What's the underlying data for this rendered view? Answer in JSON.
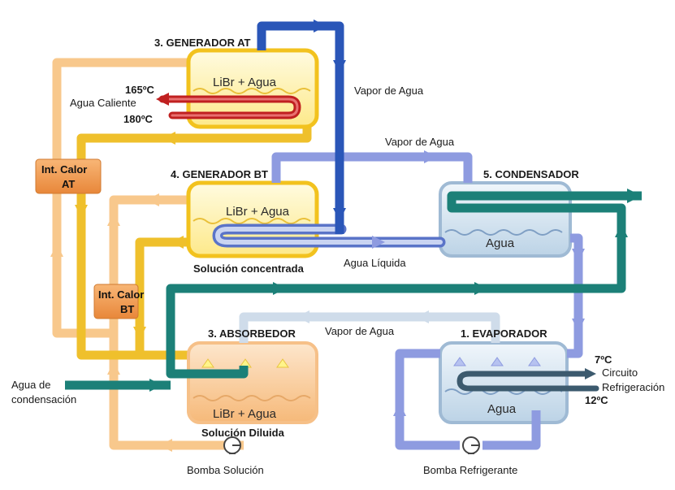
{
  "components": {
    "generator_at": {
      "title": "3. GENERADOR AT",
      "content": "LiBr + Agua"
    },
    "generator_bt": {
      "title": "4. GENERADOR BT",
      "content": "LiBr + Agua"
    },
    "condenser": {
      "title": "5. CONDENSADOR",
      "content": "Agua"
    },
    "absorber": {
      "title": "3. ABSORBEDOR",
      "content": "LiBr + Agua"
    },
    "evaporator": {
      "title": "1. EVAPORADOR",
      "content": "Agua"
    },
    "heat_exchanger_at": {
      "line1": "Int. Calor",
      "line2": "AT"
    },
    "heat_exchanger_bt": {
      "line1": "Int. Calor",
      "line2": "BT"
    }
  },
  "labels": {
    "hot_water_in_temp": "165ºC",
    "hot_water": "Agua Caliente",
    "hot_water_out_temp": "180ºC",
    "vapor_1": "Vapor de Agua",
    "vapor_2": "Vapor de Agua",
    "vapor_3": "Vapor de Agua",
    "concentrated_solution": "Solución concentrada",
    "liquid_water": "Agua Líquida",
    "condensation_water_1": "Agua de",
    "condensation_water_2": "condensación",
    "diluted_solution": "Solución Diluida",
    "solution_pump": "Bomba Solución",
    "refrigerant_pump": "Bomba Refrigerante",
    "chilled_out_temp": "7ºC",
    "circuit_1": "Circuito",
    "circuit_2": "Refrigeración",
    "chilled_in_temp": "12ºC"
  },
  "colors": {
    "yellow_pipe": "#efc02c",
    "light_orange_pipe": "#f8c88c",
    "blue_pipe": "#2a56b8",
    "periwinkle_pipe": "#8e9be0",
    "teal_pipe": "#1c8078",
    "pale_blue_pipe": "#cfdcea",
    "red_pipe": "#c02020",
    "dark_slate_pipe": "#3c5a6e",
    "heat_exchanger": "#f09a48",
    "generator_fill": "#fff3a8",
    "absorber_fill": "#f9d0a4",
    "vessel_blue_fill": "#dde9f3"
  }
}
